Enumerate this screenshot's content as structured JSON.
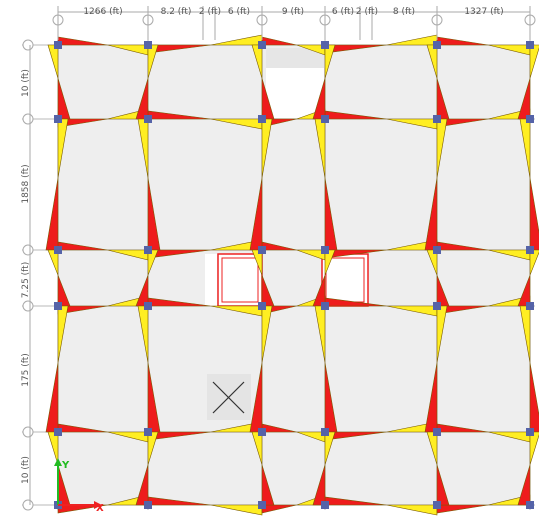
{
  "dimensions": {
    "top": [
      "1266 (ft)",
      "8.2 (ft)",
      "2 (ft)",
      "6 (ft)",
      "9 (ft)",
      "6 (ft)",
      "2 (ft)",
      "8 (ft)",
      "1327 (ft)"
    ],
    "left": [
      "10 (ft)",
      "1858 (ft)",
      "7.25 (ft)",
      "175 (ft)",
      "10 (ft)"
    ]
  },
  "axes": {
    "x": "X",
    "y": "Y"
  },
  "colors": {
    "slab": "#eeeeee",
    "column": "#5563a8",
    "negative_diagram": "#ee1c1c",
    "positive_diagram": "#ffee22",
    "diagram_outline": "#7a5a00",
    "opening_outline": "#ee2222",
    "x_axis": "#ee2222",
    "y_axis": "#22bb22"
  },
  "icons": [
    "grid-bubble-icon",
    "column-icon",
    "opening-cross-icon",
    "axis-triad-icon"
  ]
}
